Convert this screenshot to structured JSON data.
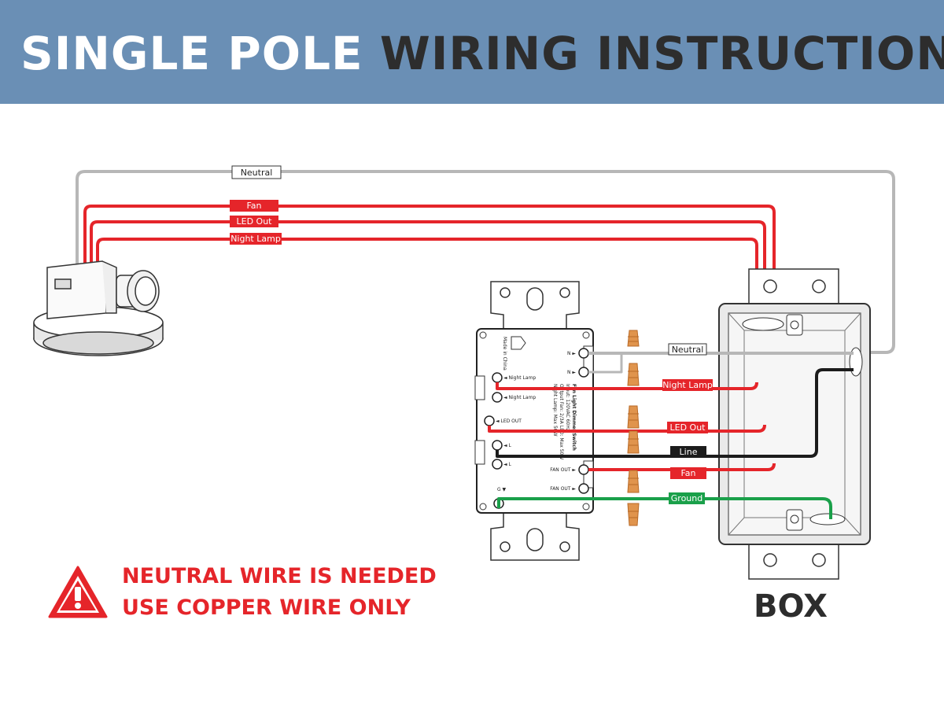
{
  "header": {
    "title_part1": "SINGLE POLE",
    "title_part2": "WIRING INSTRUCTION"
  },
  "wires": {
    "top_neutral": "Neutral",
    "top_fan": "Fan",
    "top_led_out": "LED Out",
    "top_night_lamp": "Night Lamp",
    "neutral": "Neutral",
    "night_lamp": "Night Lamp",
    "led_out": "LED Out",
    "line": "Line",
    "fan": "Fan",
    "ground": "Ground"
  },
  "switch": {
    "terminals": {
      "n1": "N ►",
      "n2": "N ►",
      "night_lamp_1": "◄ Night Lamp",
      "night_lamp_2": "◄ Night Lamp",
      "led_out": "◄ LED OUT",
      "l1": "◄ L",
      "l2": "◄ L",
      "fan_out_1": "FAN OUT ►",
      "fan_out_2": "FAN OUT ►",
      "g": "G ▼"
    },
    "made_in": "Made in China",
    "product_text": [
      "Fan Light Dimmer Switch",
      "Input: 120VAC 60Hz",
      "Output Fan: 2/3A   LED: Max 50W",
      "Night Lamp: Max 50W"
    ]
  },
  "warnings": {
    "line1": "NEUTRAL WIRE IS NEEDED",
    "line2": "USE COPPER WIRE ONLY"
  },
  "box_label": "BOX",
  "colors": {
    "banner": "#6a8fb5",
    "red_wire": "#e5252a",
    "neutral_wire": "#b7b7b7",
    "line_wire": "#1c1c1c",
    "ground_wire": "#1aa04a",
    "wire_nut": "#e0944d"
  },
  "icons": [
    "warning-icon",
    "wire-nut-icon",
    "fan-fixture-icon"
  ]
}
